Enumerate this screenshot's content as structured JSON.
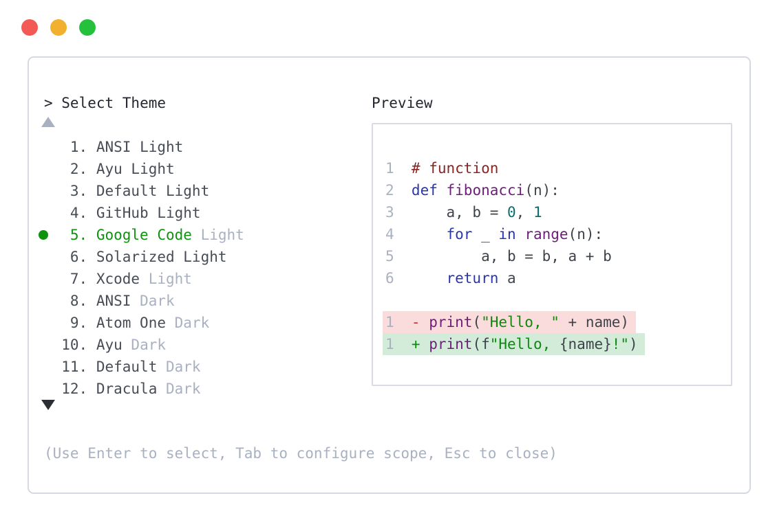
{
  "window": {
    "traffic_lights": [
      {
        "name": "close",
        "color": "#f35955"
      },
      {
        "name": "minimize",
        "color": "#f1b02e"
      },
      {
        "name": "zoom",
        "color": "#25c13c"
      }
    ]
  },
  "colors": {
    "selection_green": "#0f930f",
    "muted_text": "#a9b1c1",
    "dark_text": "#22262e",
    "list_text": "#474c55",
    "panel_border": "#d5d9e0",
    "diff_removed_bg": "#fadcdc",
    "diff_added_bg": "#d3ecd9",
    "syntax_comment": "#8b2323",
    "syntax_keyword": "#2936ad",
    "syntax_function": "#6e1d7a",
    "syntax_literal": "#0a6e6e",
    "syntax_string": "#0c8a0c"
  },
  "theme_selector": {
    "prompt": "> Select Theme",
    "scroll_up_icon": "triangle-up",
    "scroll_down_icon": "triangle-down",
    "items": [
      {
        "number": "1.",
        "name": "ANSI",
        "variant": "Light",
        "variant_muted": false,
        "selected": false
      },
      {
        "number": "2.",
        "name": "Ayu",
        "variant": "Light",
        "variant_muted": false,
        "selected": false
      },
      {
        "number": "3.",
        "name": "Default",
        "variant": "Light",
        "variant_muted": false,
        "selected": false
      },
      {
        "number": "4.",
        "name": "GitHub",
        "variant": "Light",
        "variant_muted": false,
        "selected": false
      },
      {
        "number": "5.",
        "name": "Google Code",
        "variant": "Light",
        "variant_muted": true,
        "selected": true
      },
      {
        "number": "6.",
        "name": "Solarized",
        "variant": "Light",
        "variant_muted": false,
        "selected": false
      },
      {
        "number": "7.",
        "name": "Xcode",
        "variant": "Light",
        "variant_muted": true,
        "selected": false
      },
      {
        "number": "8.",
        "name": "ANSI",
        "variant": "Dark",
        "variant_muted": true,
        "selected": false
      },
      {
        "number": "9.",
        "name": "Atom One",
        "variant": "Dark",
        "variant_muted": true,
        "selected": false
      },
      {
        "number": "10.",
        "name": "Ayu",
        "variant": "Dark",
        "variant_muted": true,
        "selected": false
      },
      {
        "number": "11.",
        "name": "Default",
        "variant": "Dark",
        "variant_muted": true,
        "selected": false
      },
      {
        "number": "12.",
        "name": "Dracula",
        "variant": "Dark",
        "variant_muted": true,
        "selected": false
      }
    ],
    "footer_hint": "(Use Enter to select, Tab to configure scope, Esc to close)"
  },
  "preview": {
    "label": "Preview",
    "code_lines": [
      {
        "ln": "1",
        "diff": null,
        "tokens": [
          {
            "c": "com",
            "t": "# function"
          }
        ]
      },
      {
        "ln": "2",
        "diff": null,
        "tokens": [
          {
            "c": "kw",
            "t": "def"
          },
          {
            "c": "pl",
            "t": " "
          },
          {
            "c": "fn",
            "t": "fibonacci"
          },
          {
            "c": "pl",
            "t": "(n):"
          }
        ]
      },
      {
        "ln": "3",
        "diff": null,
        "tokens": [
          {
            "c": "pl",
            "t": "    a, b = "
          },
          {
            "c": "lit",
            "t": "0"
          },
          {
            "c": "pl",
            "t": ", "
          },
          {
            "c": "lit",
            "t": "1"
          }
        ]
      },
      {
        "ln": "4",
        "diff": null,
        "tokens": [
          {
            "c": "pl",
            "t": "    "
          },
          {
            "c": "kw",
            "t": "for"
          },
          {
            "c": "pl",
            "t": " _ "
          },
          {
            "c": "kw",
            "t": "in"
          },
          {
            "c": "pl",
            "t": " "
          },
          {
            "c": "fn",
            "t": "range"
          },
          {
            "c": "pl",
            "t": "(n):"
          }
        ]
      },
      {
        "ln": "5",
        "diff": null,
        "tokens": [
          {
            "c": "pl",
            "t": "        a, b = b, a + b"
          }
        ]
      },
      {
        "ln": "6",
        "diff": null,
        "tokens": [
          {
            "c": "pl",
            "t": "    "
          },
          {
            "c": "kw",
            "t": "return"
          },
          {
            "c": "pl",
            "t": " a"
          }
        ]
      },
      {
        "ln": "",
        "diff": null,
        "tokens": []
      },
      {
        "ln": "1",
        "diff": "del",
        "tokens": [
          {
            "c": "del",
            "t": "- "
          },
          {
            "c": "fn",
            "t": "print"
          },
          {
            "c": "pl",
            "t": "("
          },
          {
            "c": "str",
            "t": "\"Hello, \""
          },
          {
            "c": "pl",
            "t": " + name)"
          }
        ]
      },
      {
        "ln": "1",
        "diff": "add",
        "tokens": [
          {
            "c": "add",
            "t": "+ "
          },
          {
            "c": "fn",
            "t": "print"
          },
          {
            "c": "pl",
            "t": "(f"
          },
          {
            "c": "str",
            "t": "\"Hello, "
          },
          {
            "c": "pl",
            "t": "{name}"
          },
          {
            "c": "str",
            "t": "!\""
          },
          {
            "c": "pl",
            "t": ")"
          }
        ]
      }
    ]
  }
}
